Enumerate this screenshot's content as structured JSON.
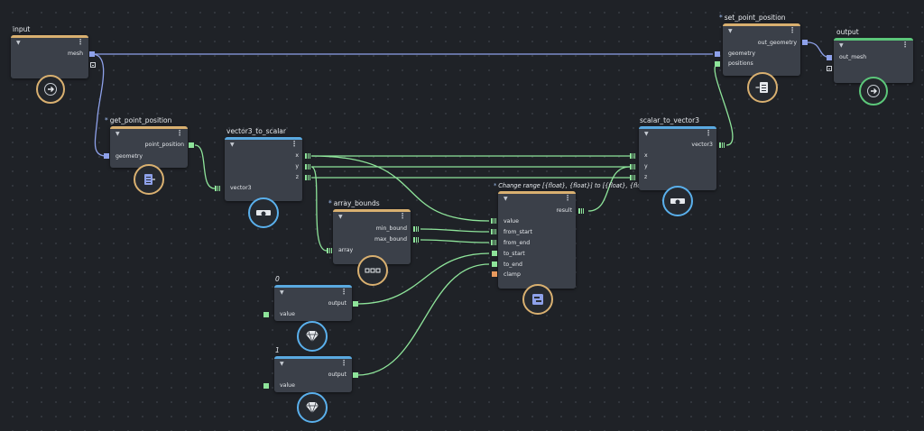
{
  "nodes": {
    "input": {
      "title": "input",
      "port_out": "mesh"
    },
    "get_point_position": {
      "title": "get_point_position",
      "port_in": "geometry",
      "port_out": "point_position"
    },
    "vector3_to_scalar": {
      "title": "vector3_to_scalar",
      "port_in": "vector3",
      "out_x": "x",
      "out_y": "y",
      "out_z": "z"
    },
    "array_bounds": {
      "title": "array_bounds",
      "port_in": "array",
      "out_min": "min_bound",
      "out_max": "max_bound"
    },
    "value0": {
      "title": "0",
      "port_in": "value",
      "port_out": "output"
    },
    "value1": {
      "title": "1",
      "port_in": "value",
      "port_out": "output"
    },
    "change_range": {
      "title": "Change range [{float}, {float}] to [{float}, {float}]",
      "port_out": "result",
      "inputs": [
        "value",
        "from_start",
        "from_end",
        "to_start",
        "to_end",
        "clamp"
      ]
    },
    "scalar_to_vector3": {
      "title": "scalar_to_vector3",
      "in_x": "x",
      "in_y": "y",
      "in_z": "z",
      "port_out": "vector3"
    },
    "set_point_position": {
      "title": "set_point_position",
      "in_geometry": "geometry",
      "in_positions": "positions",
      "port_out": "out_geometry"
    },
    "output": {
      "title": "output",
      "port_in": "out_mesh"
    }
  },
  "colors": {
    "background": "#1f2227",
    "node": "#3b4049",
    "geometry_wire": "#8ea1ea",
    "float_wire": "#8ee49a",
    "bool_port": "#e89a5e"
  },
  "icons": {
    "input": "arrow-right-circle-icon",
    "get_point_position": "vertex-list-icon",
    "vector3_to_scalar": "vector-split-icon",
    "array_bounds": "array-dots-icon",
    "value0": "diamond-icon",
    "value1": "diamond-icon",
    "change_range": "range-remap-icon",
    "scalar_to_vector3": "vector-combine-icon",
    "set_point_position": "set-position-icon",
    "output": "arrow-right-circle-icon"
  }
}
